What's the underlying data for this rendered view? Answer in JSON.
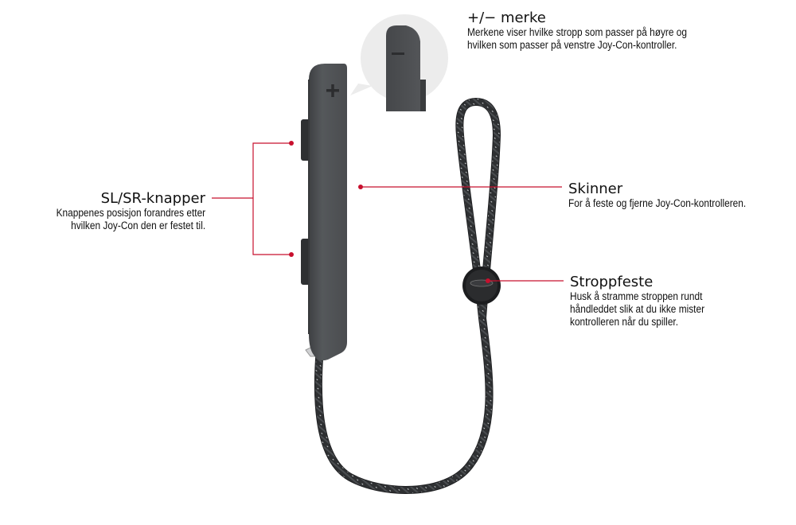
{
  "labels": {
    "merke": {
      "title": "+/− merke",
      "desc_lines": [
        "Merkene viser hvilke stropp som passer på høyre og",
        "hvilken som passer på venstre Joy-Con-kontroller."
      ]
    },
    "slsr": {
      "title": "SL/SR-knapper",
      "desc_lines": [
        "Knappenes posisjon forandres etter",
        "hvilken Joy-Con den er festet til."
      ]
    },
    "skinner": {
      "title": "Skinner",
      "desc_lines": [
        "For å feste og fjerne Joy-Con-kontrolleren."
      ]
    },
    "stroppfeste": {
      "title": "Stroppfeste",
      "desc_lines": [
        "Husk å stramme stroppen rundt",
        "håndleddet slik at du ikke mister",
        "kontrolleren når du spiller."
      ]
    }
  },
  "colors": {
    "callout": "#c8102e",
    "body": "#4a4c4f",
    "strap": "#2f3133",
    "bubble": "#ececec"
  },
  "icons": {
    "plus_mark": "plus-icon",
    "minus_mark": "minus-icon"
  }
}
